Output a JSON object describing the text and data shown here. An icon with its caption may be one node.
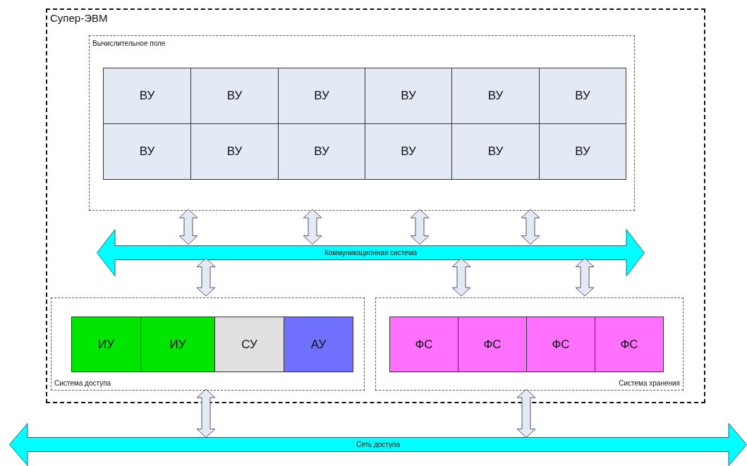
{
  "diagram": {
    "nodes": [
      {
        "text": [
          "Супер-ЭВМ"
        ]
      },
      {
        "text": [
          "Вычислительное поле"
        ],
        "in": 0
      },
      {
        "text": [
          "ВУ"
        ],
        "in": 1
      },
      {
        "text": [
          "ВУ"
        ],
        "in": 1
      },
      {
        "text": [
          "ВУ"
        ],
        "in": 1
      },
      {
        "text": [
          "ВУ"
        ],
        "in": 1
      },
      {
        "text": [
          "ВУ"
        ],
        "in": 1
      },
      {
        "text": [
          "ВУ"
        ],
        "in": 1
      },
      {
        "text": [
          "ВУ"
        ],
        "in": 1
      },
      {
        "text": [
          "ВУ"
        ],
        "in": 1
      },
      {
        "text": [
          "ВУ"
        ],
        "in": 1
      },
      {
        "text": [
          "ВУ"
        ],
        "in": 1
      },
      {
        "text": [
          "ВУ"
        ],
        "in": 1
      },
      {
        "text": [
          "ВУ"
        ],
        "in": 1
      },
      {
        "text": [
          "Коммуникационная система"
        ],
        "in": 0
      },
      {
        "text": [
          "Система доступа"
        ],
        "in": 0
      },
      {
        "text": [
          "ИУ"
        ],
        "in": 15
      },
      {
        "text": [
          "ИУ"
        ],
        "in": 15
      },
      {
        "text": [
          "СУ"
        ],
        "in": 15
      },
      {
        "text": [
          "АУ"
        ],
        "in": 15
      },
      {
        "text": [
          "Система хранения"
        ],
        "in": 0
      },
      {
        "text": [
          "ФС"
        ],
        "in": 20
      },
      {
        "text": [
          "ФС"
        ],
        "in": 20
      },
      {
        "text": [
          "ФС"
        ],
        "in": 20
      },
      {
        "text": [
          "ФС"
        ],
        "in": 20
      },
      {
        "text": [
          "Сеть доступа"
        ]
      }
    ],
    "edges": [
      {
        "from": 1,
        "to": 14,
        "arrow": "both"
      },
      {
        "from": 1,
        "to": 14,
        "arrow": "both"
      },
      {
        "from": 1,
        "to": 14,
        "arrow": "both"
      },
      {
        "from": 1,
        "to": 14,
        "arrow": "both"
      },
      {
        "from": 14,
        "to": 15,
        "arrow": "both"
      },
      {
        "from": 14,
        "to": 20,
        "arrow": "both"
      },
      {
        "from": 14,
        "to": 20,
        "arrow": "both"
      },
      {
        "from": 15,
        "to": 25,
        "arrow": "both"
      },
      {
        "from": 20,
        "to": 25,
        "arrow": "both"
      }
    ]
  }
}
